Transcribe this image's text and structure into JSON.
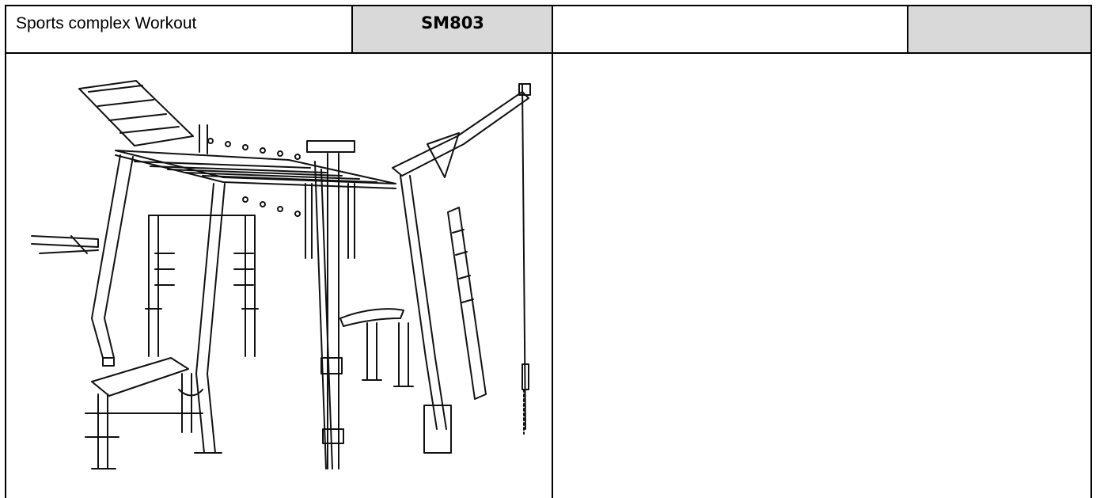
{
  "header": {
    "product_name": "Sports complex Workout",
    "product_code": "SM803",
    "description": "",
    "extra": ""
  },
  "figure": {
    "icon": "workout-complex-line-drawing"
  },
  "colors": {
    "border": "#000000",
    "shaded_cell": "#d9d9d9",
    "background": "#ffffff"
  }
}
